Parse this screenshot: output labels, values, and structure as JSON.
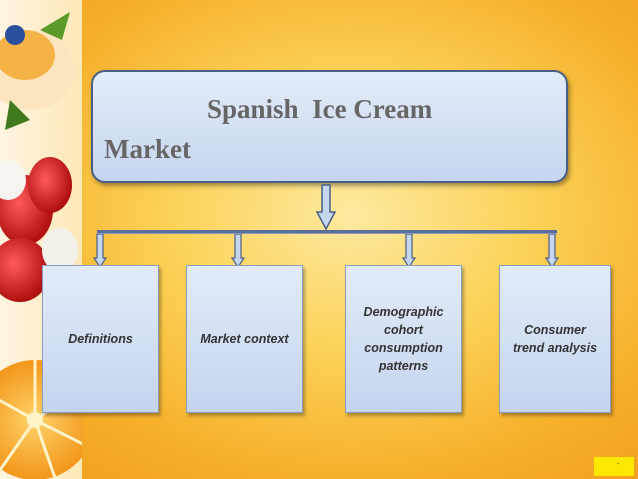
{
  "title": {
    "line1": "Spanish  Ice Cream",
    "line2": "Market"
  },
  "boxes": [
    {
      "label": "Definitions"
    },
    {
      "label": "Market context"
    },
    {
      "label": "Demographic cohort consumption patterns"
    },
    {
      "label": "Consumer trend analysis"
    }
  ],
  "footer": {
    "text": "-"
  },
  "colors": {
    "box_fill": "#d6e1f4",
    "box_border": "#4a5f86",
    "background": "#fbd35a",
    "footer_box": "#ffe800"
  }
}
